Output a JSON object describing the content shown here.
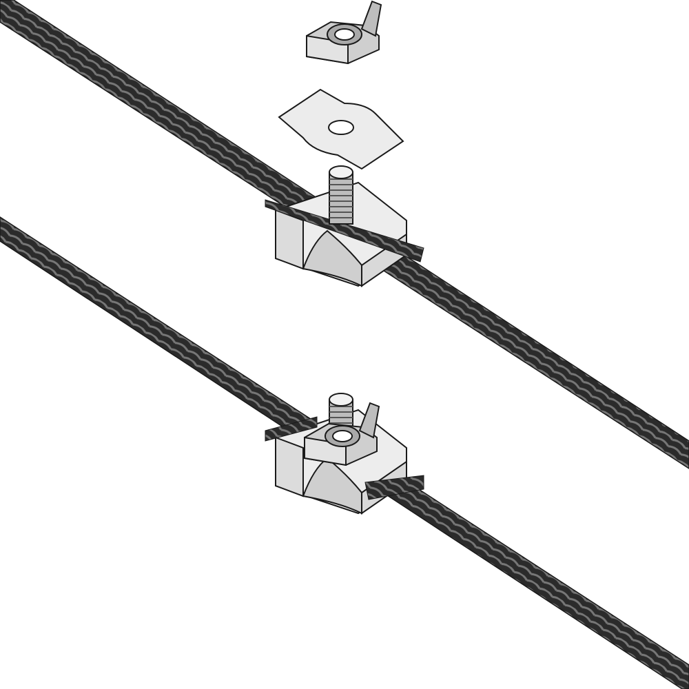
{
  "colors": {
    "background": "#ffffff",
    "rope": "#2b2b2b",
    "rope_highlight": "#6a6a6a",
    "metal_light": "#ededed",
    "metal_mid": "#cfcfcf",
    "metal_dark": "#a9a9a9",
    "outline": "#1a1a1a"
  },
  "parts": {
    "upper_assembly": [
      "wing-nut",
      "saddle-plate",
      "threaded-stud",
      "clip-body"
    ],
    "lower_assembly": [
      "wing-nut",
      "threaded-stud",
      "clip-body"
    ]
  }
}
